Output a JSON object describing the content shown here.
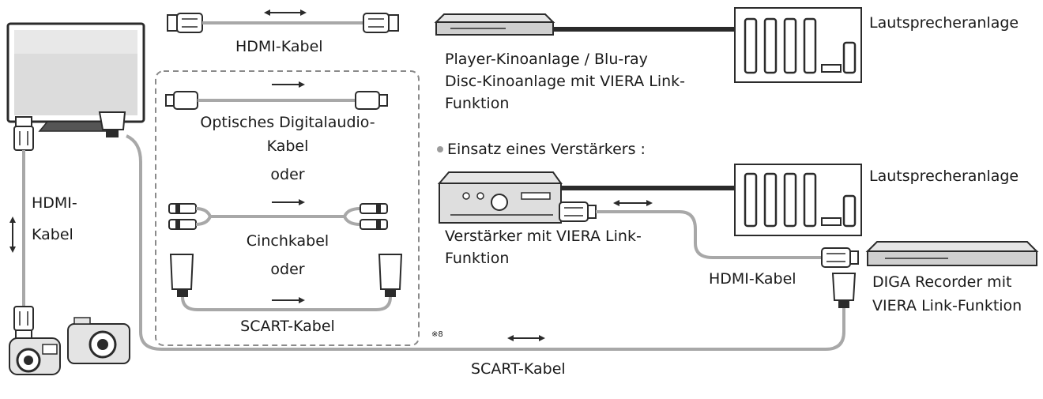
{
  "labels": {
    "hdmi_top": "HDMI-Kabel",
    "player_line1": "Player-Kinoanlage / Blu-ray",
    "player_line2": "Disc-Kinoanlage mit VIERA Link-",
    "player_line3": "Funktion",
    "speaker_top": "Lautsprecheranlage",
    "speaker_mid": "Lautsprecheranlage",
    "optical_line1": "Optisches Digitalaudio-",
    "optical_line2": "Kabel",
    "or_1": "oder",
    "cinch": "Cinchkabel",
    "or_2": "oder",
    "scart_box": "SCART-Kabel",
    "amp_heading": "Einsatz eines Verstärkers :",
    "amp_line1": "Verstärker mit VIERA Link-",
    "amp_line2": "Funktion",
    "hdmi_left_line1": "HDMI-",
    "hdmi_left_line2": "Kabel",
    "hdmi_recorder": "HDMI-Kabel",
    "diga_line1": "DIGA Recorder mit",
    "diga_line2": "VIERA Link-Funktion",
    "scart_bottom": "SCART-Kabel",
    "footnote": "※8"
  },
  "colors": {
    "cable": "#a8a8a8",
    "thick_cable": "#2b2b2b",
    "outline": "#2b2b2b",
    "tv_screen": "#d7d7d7",
    "bullet": "#9c9c9c"
  },
  "icons": [
    "tv-icon",
    "hdmi-plug-icon",
    "optical-plug-icon",
    "rca-plug-icon",
    "scart-plug-icon",
    "blu-ray-player-icon",
    "speaker-system-icon",
    "amplifier-icon",
    "recorder-icon",
    "camcorder-icon",
    "camera-icon",
    "double-arrow-icon",
    "arrow-right-icon"
  ]
}
